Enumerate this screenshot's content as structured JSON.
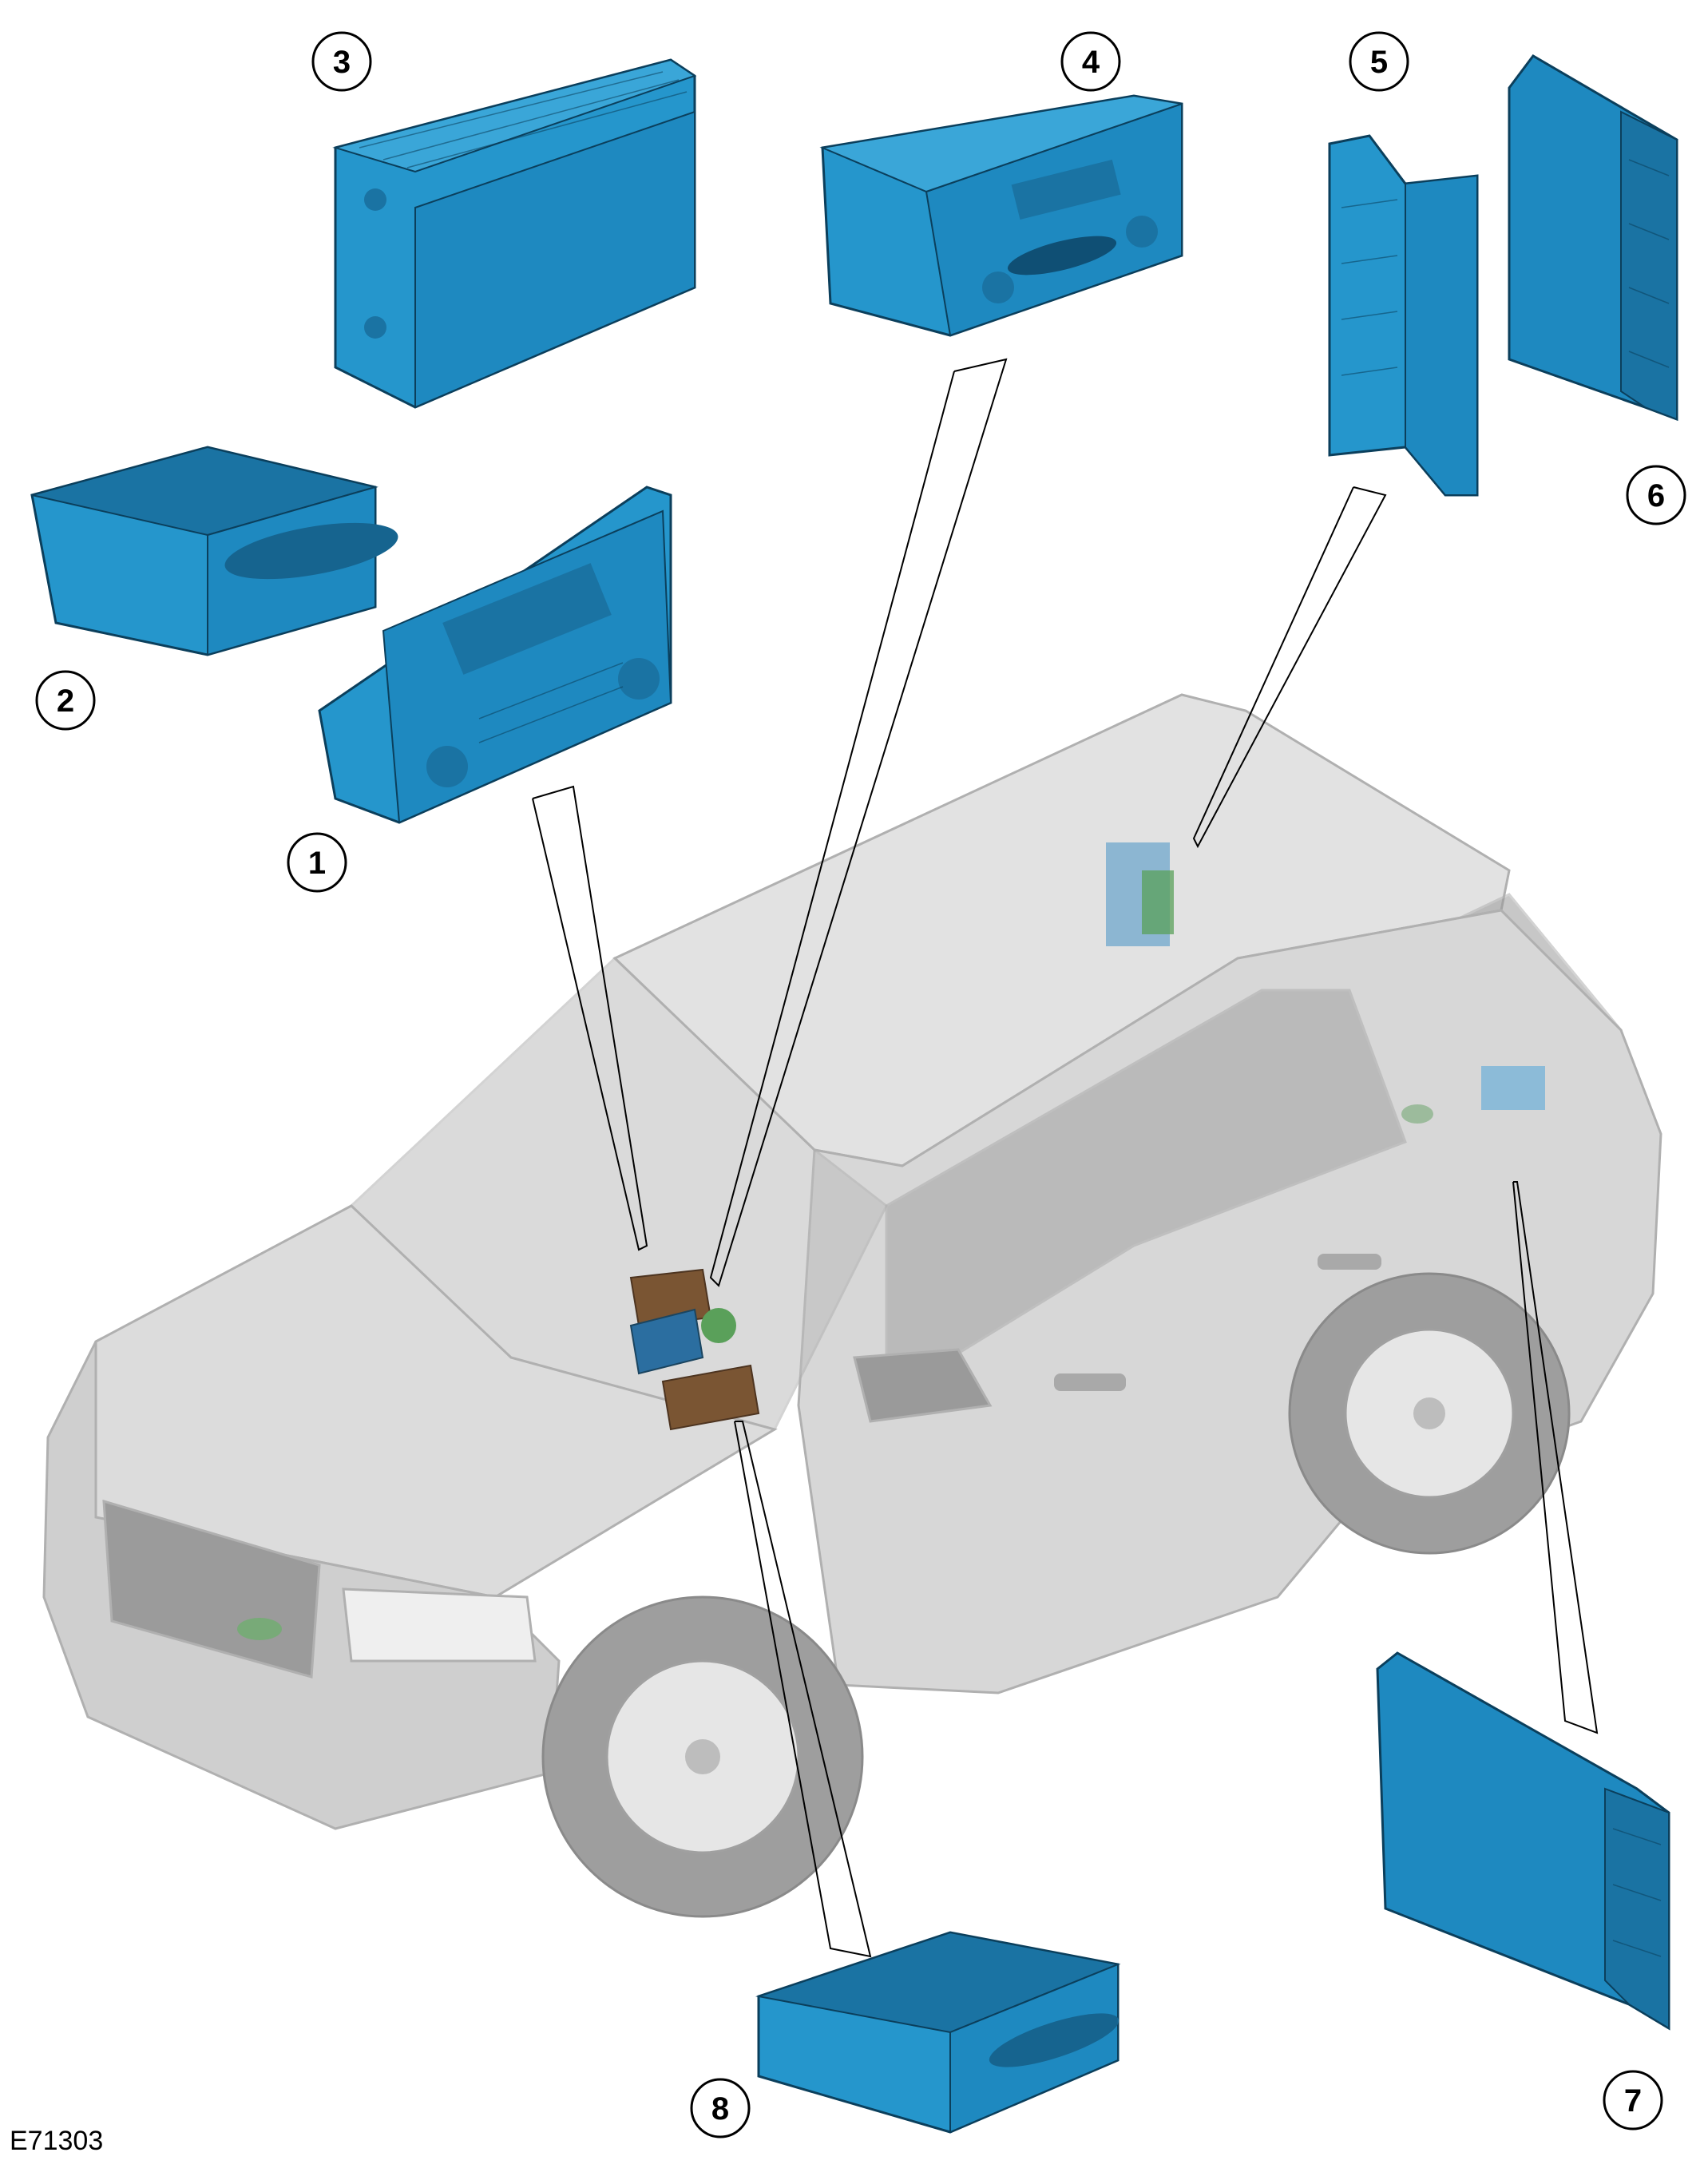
{
  "figure_code": "E71303",
  "callouts": [
    {
      "id": "1",
      "label": "1"
    },
    {
      "id": "2",
      "label": "2"
    },
    {
      "id": "3",
      "label": "3"
    },
    {
      "id": "4",
      "label": "4"
    },
    {
      "id": "5",
      "label": "5"
    },
    {
      "id": "6",
      "label": "6"
    },
    {
      "id": "7",
      "label": "7"
    },
    {
      "id": "8",
      "label": "8"
    }
  ],
  "colors": {
    "component_blue": "#2596cc",
    "component_blue_dark": "#1a73a3",
    "vehicle_grey": "#d9d9d9",
    "vehicle_outline": "#b0b0b0",
    "dash_brown": "#7a5533",
    "roof_module_green": "#5aa05a"
  }
}
